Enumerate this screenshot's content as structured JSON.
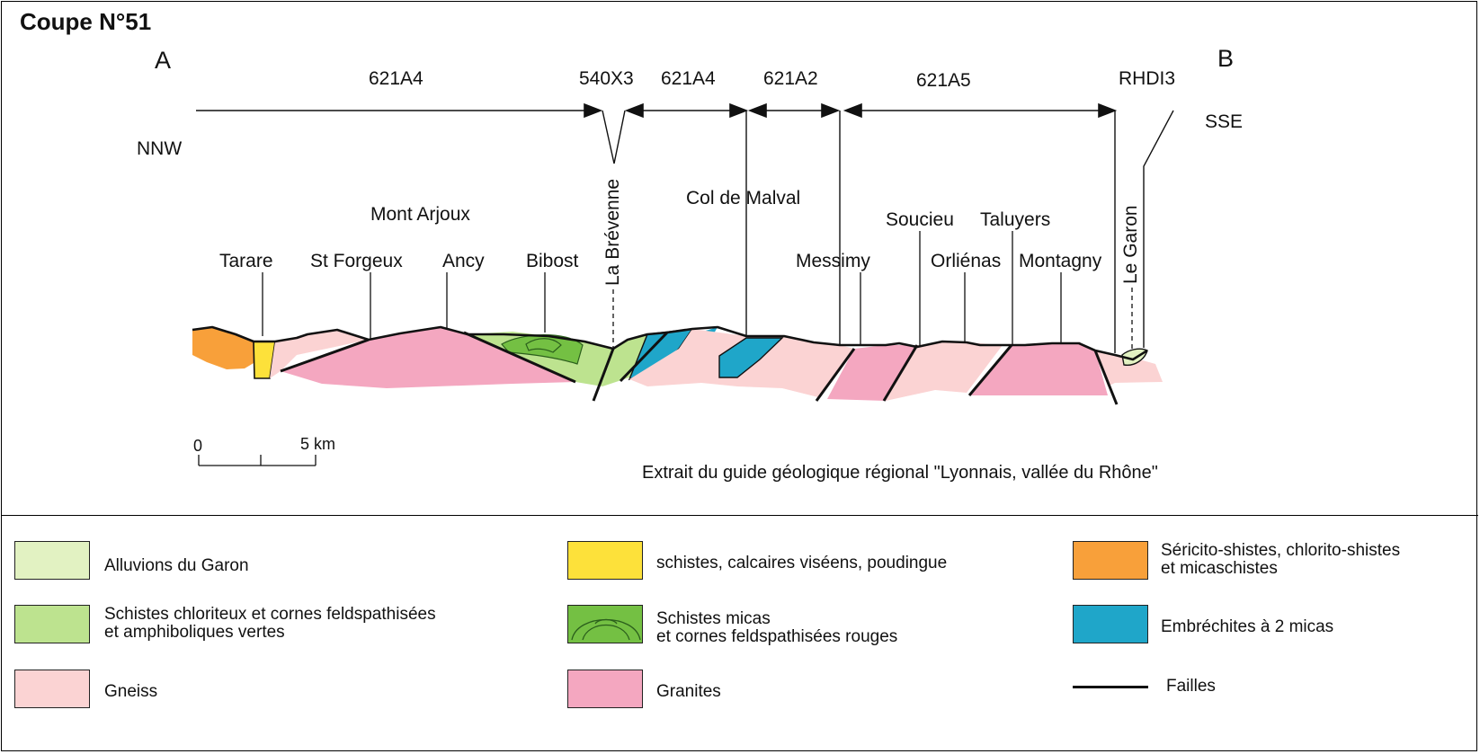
{
  "title": "Coupe N°51",
  "ends": {
    "start": "A",
    "end": "B"
  },
  "orientation": {
    "start": "NNW",
    "end": "SSE"
  },
  "map_sheets": [
    "621A4",
    "540X3",
    "621A4",
    "621A2",
    "621A5",
    "RHDI3"
  ],
  "place_names": {
    "tarare": "Tarare",
    "st_forgeux": "St Forgeux",
    "mont_arjoux": "Mont Arjoux",
    "ancy": "Ancy",
    "bibost": "Bibost",
    "la_brevenne": "La Brévenne",
    "col_de_malval": "Col de Malval",
    "messimy": "Messimy",
    "soucieu": "Soucieu",
    "taluyers": "Taluyers",
    "orlienas": "Orliénas",
    "montagny": "Montagny",
    "le_garon": "Le Garon"
  },
  "scale": {
    "zero": "0",
    "max": "5 km"
  },
  "source_note": "Extrait du guide géologique régional \"Lyonnais, vallée du Rhône\"",
  "colors": {
    "alluvions": "#e2f2c2",
    "schistes_chloriteux": "#bde38f",
    "gneiss": "#fbd3d3",
    "schistes_calcaires": "#fde13a",
    "schistes_micas": "#74c043",
    "granites": "#f4a7c0",
    "sericito": "#f8a03a",
    "embrechites": "#1fa6c9",
    "failles": "#111111"
  },
  "legend": [
    {
      "key": "alluvions",
      "label": "Alluvions du Garon"
    },
    {
      "key": "schistes_chloriteux",
      "label": "Schistes chloriteux et cornes feldspathisées\net amphiboliques vertes"
    },
    {
      "key": "gneiss",
      "label": "Gneiss"
    },
    {
      "key": "schistes_calcaires",
      "label": "schistes, calcaires viséens, poudingue"
    },
    {
      "key": "schistes_micas",
      "label": "Schistes micas\net cornes feldspathisées rouges"
    },
    {
      "key": "granites",
      "label": "Granites"
    },
    {
      "key": "sericito",
      "label": "Séricito-shistes, chlorito-shistes\net micaschistes"
    },
    {
      "key": "embrechites",
      "label": "Embréchites à 2 micas"
    },
    {
      "key": "failles",
      "label": "Failles"
    }
  ]
}
